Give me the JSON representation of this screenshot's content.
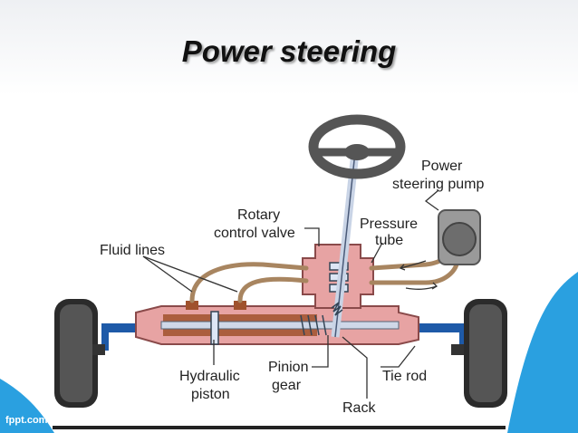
{
  "title": "Power steering",
  "labels": {
    "power_steering_pump": [
      "Power",
      "steering pump"
    ],
    "rotary_control_valve": [
      "Rotary",
      "control valve"
    ],
    "pressure_tube": [
      "Pressure",
      "tube"
    ],
    "fluid_lines": "Fluid lines",
    "hydraulic_piston": [
      "Hydraulic",
      "piston"
    ],
    "pinion_gear": [
      "Pinion",
      "gear"
    ],
    "tie_rod": "Tie rod",
    "rack": "Rack"
  },
  "brand": "fppt.com",
  "colors": {
    "housing": "#e7a3a3",
    "housing_stroke": "#8a4a4a",
    "fluid_line": "#a88560",
    "blue_rod": "#1e5aa8",
    "tire": "#2b2b2b",
    "swoosh": "#2aa0e0"
  }
}
